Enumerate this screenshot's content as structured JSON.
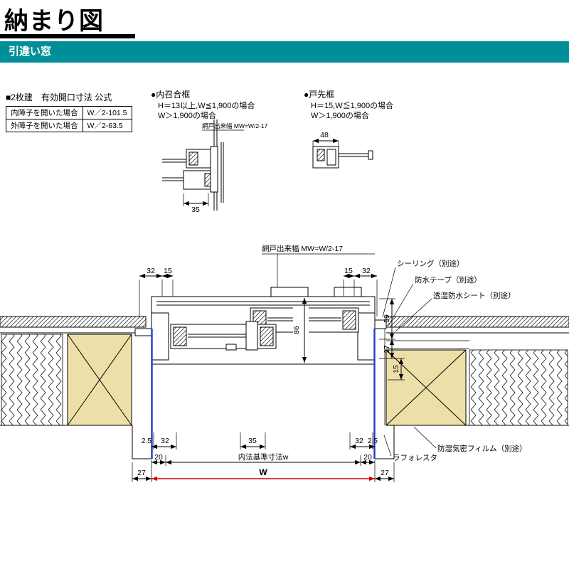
{
  "header": {
    "title": "納まり図",
    "subtitle": "引違い窓"
  },
  "spec": {
    "heading": "■2枚建　有効開口寸法 公式",
    "rows": [
      {
        "label": "内障子を開いた場合",
        "value": "W／2-101.5"
      },
      {
        "label": "外障子を開いた場合",
        "value": "W／2-63.5"
      }
    ]
  },
  "detail_meeting": {
    "heading": "●内召合框",
    "cond1": "H＝13以上,W≦1,900の場合",
    "cond2": "W＞1,900の場合",
    "note": "網戸出来幅 MW=W/2-17",
    "dim35": "35"
  },
  "detail_tosaki": {
    "heading": "●戸先框",
    "cond1": "H＝15,W≦1,900の場合",
    "cond2": "W＞1,900の場合",
    "dim48": "48"
  },
  "main": {
    "screen_note": "網戸出来幅 MW=W/2-17",
    "dims": {
      "tl32": "32",
      "tl15": "15",
      "tr15": "15",
      "tr32": "32",
      "d86": "86",
      "r59": "59",
      "r27": "27",
      "r15": "15",
      "b25l": "2.5",
      "b32l": "32",
      "b35": "35",
      "b32r": "32",
      "b25r": "2.5",
      "b20l": "20",
      "b20r": "20",
      "naiho": "内法基準寸法w",
      "b27l": "27",
      "b27r": "27",
      "W": "W"
    },
    "callouts": {
      "sealing": "シーリング（別途）",
      "tape": "防水テープ（別途）",
      "sheet": "透湿防水シート（別途）",
      "laforesta": "ラフォレスタ",
      "film": "防湿気密フィルム（別途）"
    }
  },
  "colors": {
    "accent_teal": "#008f99",
    "insulation_tan": "#eddfa8",
    "frame_blue": "#1e3ccc",
    "dim_red": "#d60000"
  }
}
